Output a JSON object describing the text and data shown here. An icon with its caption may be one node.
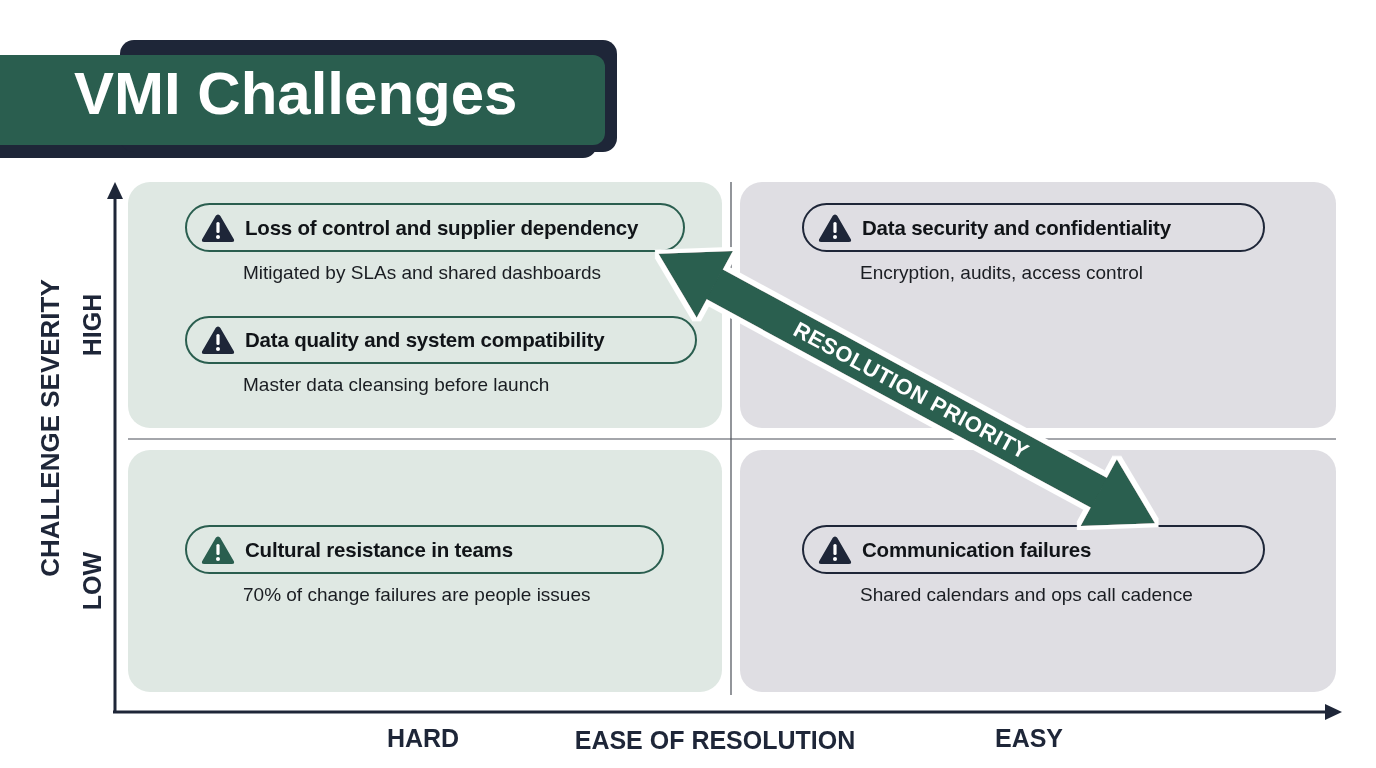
{
  "diagram": {
    "title": "VMI Challenges",
    "nodes": [
      {
        "text": [],
        "shape": "box"
      },
      {
        "text": [
          "Loss of control and supplier dependency"
        ],
        "beside": [
          "Mitigated by SLAs and shared dashboards"
        ],
        "in": 0
      },
      {
        "text": [
          "Data quality and system compatibility"
        ],
        "beside": [
          "Master data cleansing before launch"
        ],
        "in": 0
      },
      {
        "text": [],
        "shape": "box"
      },
      {
        "text": [
          "Data security and confidentiality"
        ],
        "beside": [
          "Encryption, audits, access control"
        ],
        "in": 3
      },
      {
        "text": [],
        "shape": "box"
      },
      {
        "text": [
          "Cultural resistance in teams"
        ],
        "beside": [
          "70% of change failures are people issues"
        ],
        "in": 5
      },
      {
        "text": [],
        "shape": "box"
      },
      {
        "text": [
          "Communication failures"
        ],
        "beside": [
          "Shared calendars and ops call cadence"
        ],
        "in": 7
      }
    ],
    "edges": [
      {
        "from": 1,
        "to": 8,
        "arrow": "both",
        "label": "RESOLUTION PRIORITY",
        "color": "#2a5e4f"
      }
    ],
    "labels": [
      "CHALLENGE SEVERITY",
      "HIGH",
      "LOW",
      "HARD",
      "EASE OF RESOLUTION",
      "EASY"
    ]
  }
}
